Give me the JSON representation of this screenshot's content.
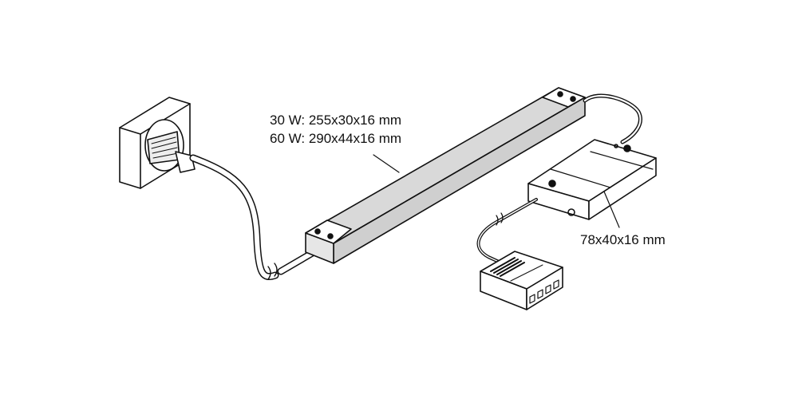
{
  "labels": {
    "driver_30w": "30 W: 255x30x16 mm",
    "driver_60w": "60 W: 290x44x16 mm",
    "switch_box": "78x40x16 mm"
  },
  "colors": {
    "line": "#111111",
    "driver_fill": "#d9d9d9",
    "part_fill": "#ffffff"
  }
}
